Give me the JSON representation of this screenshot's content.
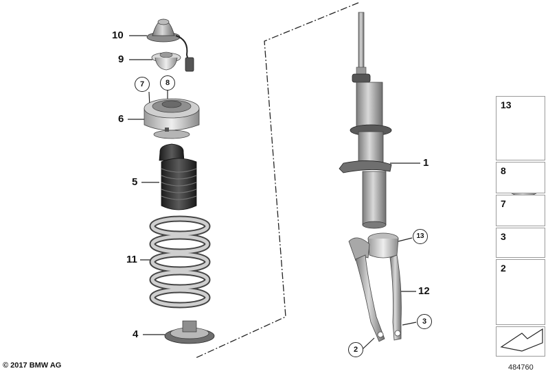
{
  "callouts": [
    {
      "id": "10",
      "label": "10"
    },
    {
      "id": "9",
      "label": "9"
    },
    {
      "id": "6",
      "label": "6"
    },
    {
      "id": "5",
      "label": "5"
    },
    {
      "id": "11",
      "label": "11"
    },
    {
      "id": "4",
      "label": "4"
    },
    {
      "id": "1",
      "label": "1"
    },
    {
      "id": "12",
      "label": "12"
    }
  ],
  "circled_callouts": [
    {
      "id": "7",
      "label": "7"
    },
    {
      "id": "8",
      "label": "8"
    },
    {
      "id": "13",
      "label": "13"
    },
    {
      "id": "3",
      "label": "3"
    },
    {
      "id": "2",
      "label": "2"
    }
  ],
  "legend": [
    {
      "label": "13",
      "icon": "long-bolt-icon"
    },
    {
      "label": "8",
      "icon": "collar-nut-icon"
    },
    {
      "label": "7",
      "icon": "short-bolt-icon"
    },
    {
      "label": "3",
      "icon": "hex-nut-icon"
    },
    {
      "label": "2",
      "icon": "flange-bolt-icon"
    }
  ],
  "footer": {
    "copyright": "© 2017 BMW AG",
    "diagram_id": "484760"
  }
}
